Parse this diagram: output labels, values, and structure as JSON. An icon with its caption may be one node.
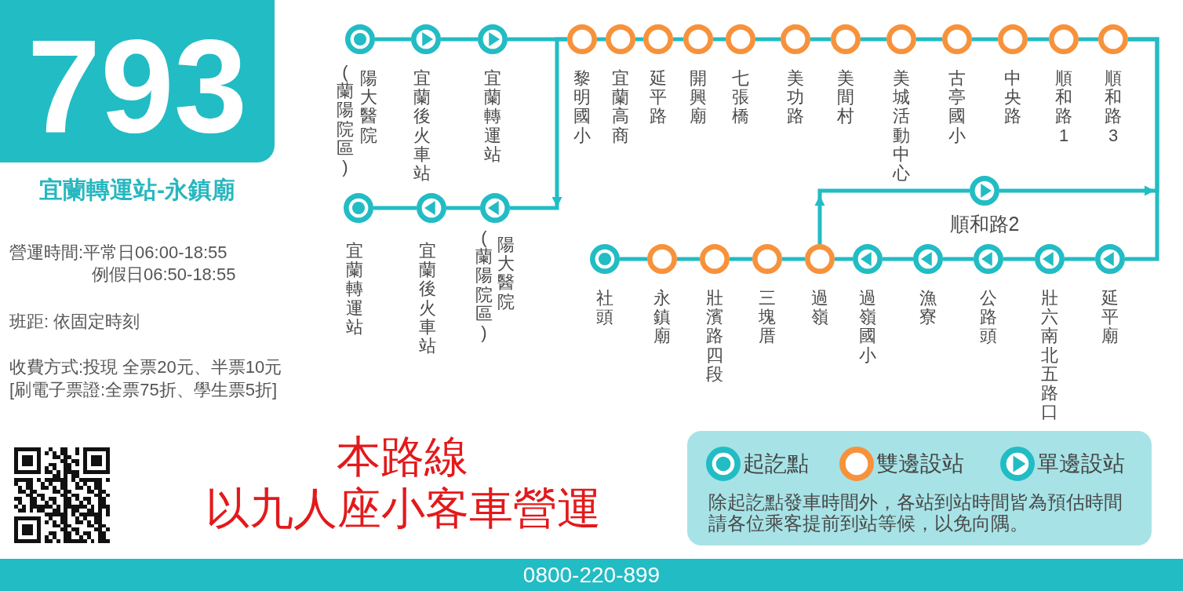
{
  "diagram": {
    "title": "宜蘭轉運站-永鎮廟",
    "nodes": [
      {
        "text": [
          "793"
        ]
      },
      {
        "text": [],
        "shape": "circle",
        "beside": [
          "陽大醫院",
          "(蘭陽院區)"
        ]
      },
      {
        "text": [],
        "shape": "circle",
        "beside": [
          "宜蘭後火車站"
        ]
      },
      {
        "text": [],
        "shape": "circle",
        "beside": [
          "宜蘭轉運站"
        ]
      },
      {
        "text": [],
        "shape": "circle",
        "beside": [
          "黎明國小"
        ]
      },
      {
        "text": [],
        "shape": "circle",
        "beside": [
          "宜蘭高商"
        ]
      },
      {
        "text": [],
        "shape": "circle",
        "beside": [
          "延平路"
        ]
      },
      {
        "text": [],
        "shape": "circle",
        "beside": [
          "開興廟"
        ]
      },
      {
        "text": [],
        "shape": "circle",
        "beside": [
          "七張橋"
        ]
      },
      {
        "text": [],
        "shape": "circle",
        "beside": [
          "美功路"
        ]
      },
      {
        "text": [],
        "shape": "circle",
        "beside": [
          "美間村"
        ]
      },
      {
        "text": [],
        "shape": "circle",
        "beside": [
          "美城活動中心"
        ]
      },
      {
        "text": [],
        "shape": "circle",
        "beside": [
          "古亭國小"
        ]
      },
      {
        "text": [],
        "shape": "circle",
        "beside": [
          "中央路"
        ]
      },
      {
        "text": [],
        "shape": "circle",
        "beside": [
          "順和路1"
        ]
      },
      {
        "text": [],
        "shape": "circle",
        "beside": [
          "順和路3"
        ]
      },
      {
        "text": [],
        "shape": "circle",
        "beside": [
          "宜蘭轉運站"
        ]
      },
      {
        "text": [],
        "shape": "circle",
        "beside": [
          "宜蘭後火車站"
        ]
      },
      {
        "text": [],
        "shape": "circle",
        "beside": [
          "陽大醫院",
          "(蘭陽院區)"
        ]
      },
      {
        "text": [],
        "shape": "circle",
        "beside": [
          "順和路2"
        ]
      },
      {
        "text": [],
        "shape": "circle",
        "beside": [
          "社頭"
        ]
      },
      {
        "text": [],
        "shape": "circle",
        "beside": [
          "永鎮廟"
        ]
      },
      {
        "text": [],
        "shape": "circle",
        "beside": [
          "壯濱路四段"
        ]
      },
      {
        "text": [],
        "shape": "circle",
        "beside": [
          "三塊厝"
        ]
      },
      {
        "text": [],
        "shape": "circle",
        "beside": [
          "過嶺"
        ]
      },
      {
        "text": [],
        "shape": "circle",
        "beside": [
          "過嶺國小"
        ]
      },
      {
        "text": [],
        "shape": "circle",
        "beside": [
          "漁寮"
        ]
      },
      {
        "text": [],
        "shape": "circle",
        "beside": [
          "公路頭"
        ]
      },
      {
        "text": [],
        "shape": "circle",
        "beside": [
          "壯六南北五路口"
        ]
      },
      {
        "text": [],
        "shape": "circle",
        "beside": [
          "延平廟"
        ]
      },
      {
        "text": [
          "除起訖點發車時間外，各站到站時間皆為預估時間",
          "請各位乘客提前到站等候，以免向隅。"
        ]
      },
      {
        "text": [
          "0800-220-899"
        ]
      }
    ],
    "edges": [
      {
        "from": 1,
        "to": 2,
        "arrow": "none"
      },
      {
        "from": 2,
        "to": 3,
        "arrow": "none"
      },
      {
        "from": 3,
        "to": 4,
        "arrow": "none"
      },
      {
        "from": 4,
        "to": 5,
        "arrow": "none"
      },
      {
        "from": 5,
        "to": 6,
        "arrow": "none"
      },
      {
        "from": 6,
        "to": 7,
        "arrow": "none"
      },
      {
        "from": 7,
        "to": 8,
        "arrow": "none"
      },
      {
        "from": 8,
        "to": 9,
        "arrow": "none"
      },
      {
        "from": 9,
        "to": 10,
        "arrow": "none"
      },
      {
        "from": 10,
        "to": 11,
        "arrow": "none"
      },
      {
        "from": 11,
        "to": 12,
        "arrow": "none"
      },
      {
        "from": 12,
        "to": 13,
        "arrow": "none"
      },
      {
        "from": 13,
        "to": 14,
        "arrow": "none"
      },
      {
        "from": 14,
        "to": 15,
        "arrow": "none"
      },
      {
        "from": 15,
        "to": 29,
        "arrow": "none"
      },
      {
        "from": 29,
        "to": 28,
        "arrow": "none"
      },
      {
        "from": 28,
        "to": 27,
        "arrow": "none"
      },
      {
        "from": 27,
        "to": 26,
        "arrow": "none"
      },
      {
        "from": 26,
        "to": 25,
        "arrow": "none"
      },
      {
        "from": 25,
        "to": 24,
        "arrow": "none"
      },
      {
        "from": 24,
        "to": 23,
        "arrow": "none"
      },
      {
        "from": 23,
        "to": 22,
        "arrow": "none"
      },
      {
        "from": 22,
        "to": 21,
        "arrow": "none"
      },
      {
        "from": 21,
        "to": 20,
        "arrow": "none"
      },
      {
        "from": 24,
        "to": 19,
        "arrow": "to"
      },
      {
        "from": 19,
        "to": 15,
        "arrow": "to"
      },
      {
        "from": 4,
        "to": 18,
        "arrow": "to"
      },
      {
        "from": 18,
        "to": 17,
        "arrow": "none"
      },
      {
        "from": 17,
        "to": 16,
        "arrow": "none"
      }
    ],
    "labels": [
      "營運時間:平常日06:00-18:55",
      "例假日06:50-18:55",
      "班距: 依固定時刻",
      "收費方式:投現 全票20元、半票10元",
      "[刷電子票證:全票75折、學生票5折]",
      "本路線",
      "以九人座小客車營運"
    ],
    "legend": [
      {
        "text": "起訖點"
      },
      {
        "text": "雙邊設站"
      },
      {
        "text": "單邊設站"
      }
    ]
  }
}
